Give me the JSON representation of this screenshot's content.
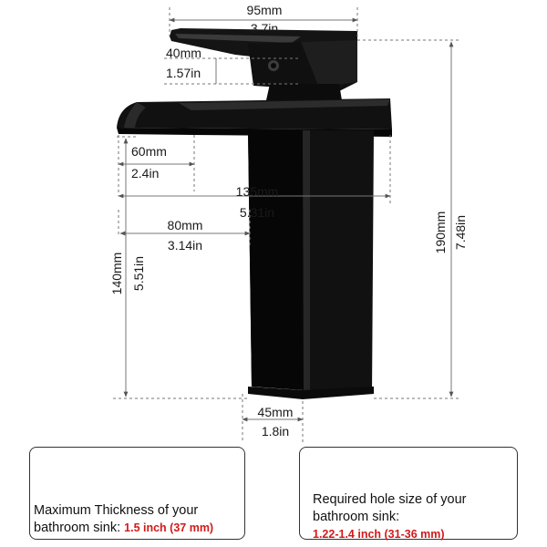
{
  "dimensions": {
    "width_top": {
      "mm": "95mm",
      "in": "3.7in"
    },
    "handle_height": {
      "mm": "40mm",
      "in": "1.57in"
    },
    "spout_reach": {
      "mm": "60mm",
      "in": "2.4in"
    },
    "total_depth": {
      "mm": "135mm",
      "in": "5.31in"
    },
    "body_offset": {
      "mm": "80mm",
      "in": "3.14in"
    },
    "spout_height": {
      "mm": "140mm",
      "in": "5.51in"
    },
    "total_height": {
      "mm": "190mm",
      "in": "7.48in"
    },
    "base_width": {
      "mm": "45mm",
      "in": "1.8in"
    }
  },
  "info_boxes": {
    "thickness": {
      "line1": "Maximum Thickness of your",
      "line2_prefix": "bathroom sink: ",
      "value": "1.5 inch (37 mm)"
    },
    "hole": {
      "line1": "Required hole size of your",
      "line2": "bathroom sink:",
      "value": "1.22-1.4 inch (31-36 mm)"
    }
  },
  "colors": {
    "faucet": "#121212",
    "highlight": "#d11a1a",
    "dim_line": "#777777"
  }
}
